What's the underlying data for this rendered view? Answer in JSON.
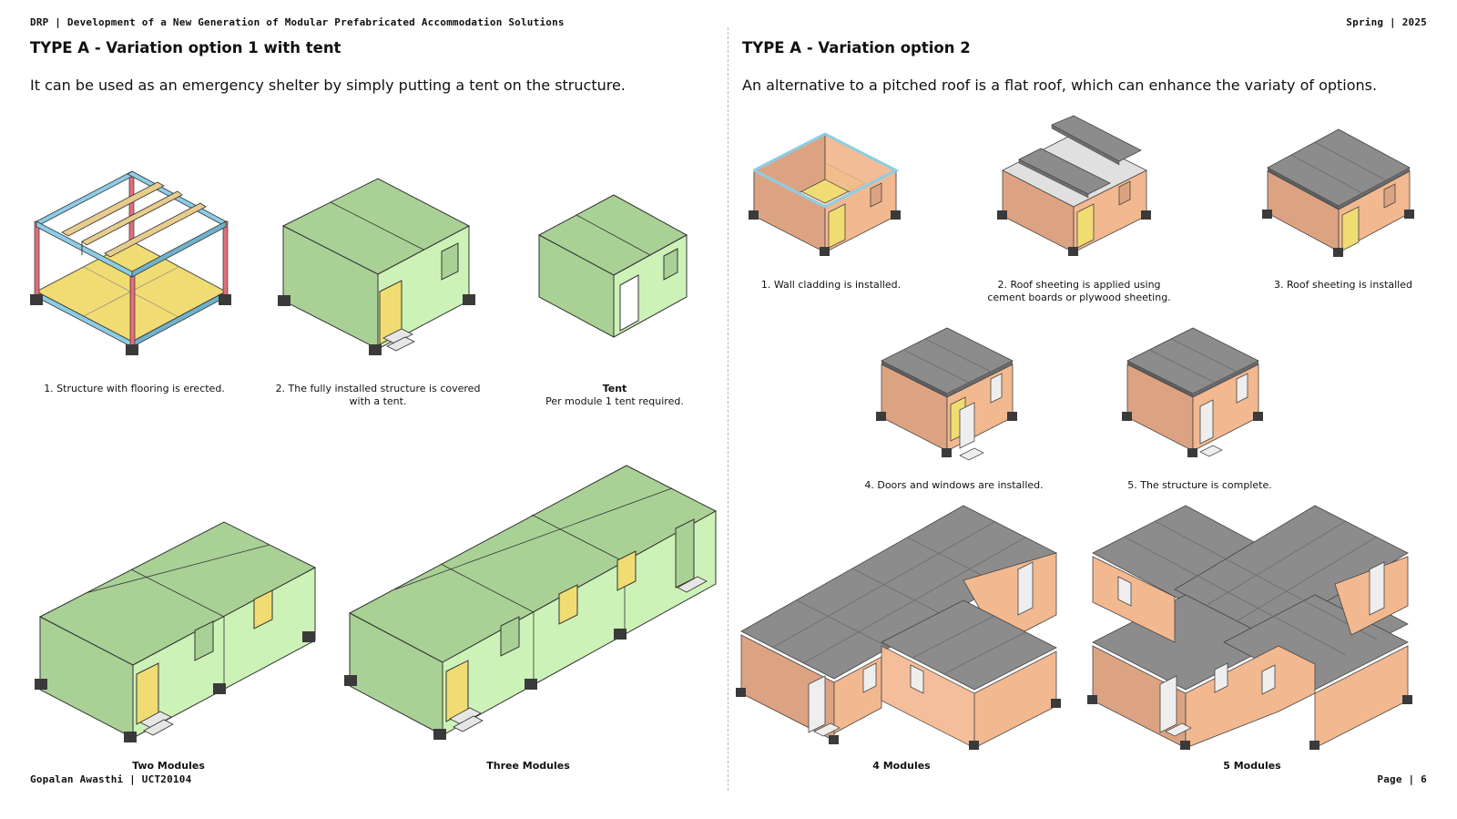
{
  "header": {
    "left": "DRP | Development of a New Generation of Modular Prefabricated Accommodation Solutions",
    "right": "Spring | 2025"
  },
  "footer": {
    "left": "Gopalan Awasthi | UCT20104",
    "right": "Page | 6"
  },
  "left_panel": {
    "title": "TYPE A - Variation option 1 with tent",
    "description": "It can be used as an emergency shelter by simply putting a tent on the structure.",
    "steps": [
      {
        "caption": "1. Structure with flooring is erected."
      },
      {
        "caption": "2. The fully installed structure is covered with a tent."
      },
      {
        "caption_bold": "Tent",
        "caption": "Per module 1 tent required."
      }
    ],
    "assemblies": [
      {
        "label": "Two Modules"
      },
      {
        "label": "Three Modules"
      }
    ]
  },
  "right_panel": {
    "title": "TYPE A - Variation option 2",
    "description": "An alternative to a pitched roof is a flat roof, which can enhance the variaty of options.",
    "steps": [
      {
        "caption": "1. Wall cladding is installed."
      },
      {
        "caption": "2. Roof sheeting is applied using cement boards or plywood sheeting."
      },
      {
        "caption": "3. Roof sheeting is installed"
      },
      {
        "caption": "4. Doors and windows are installed."
      },
      {
        "caption": "5. The structure is complete."
      }
    ],
    "assemblies": [
      {
        "label": "4 Modules"
      },
      {
        "label": "5 Modules"
      }
    ]
  },
  "colors": {
    "tent_light": "#cdf2b7",
    "tent_dark": "#a9d195",
    "cladding": "#f2b88f",
    "cladding_dark": "#dca382",
    "roof": "#8c8c8c",
    "floor": "#f0dc73",
    "frame_blue": "#8ccde6",
    "frame_red": "#e36d7a",
    "timber": "#e8cc8e",
    "footing": "#3a3a3a"
  }
}
